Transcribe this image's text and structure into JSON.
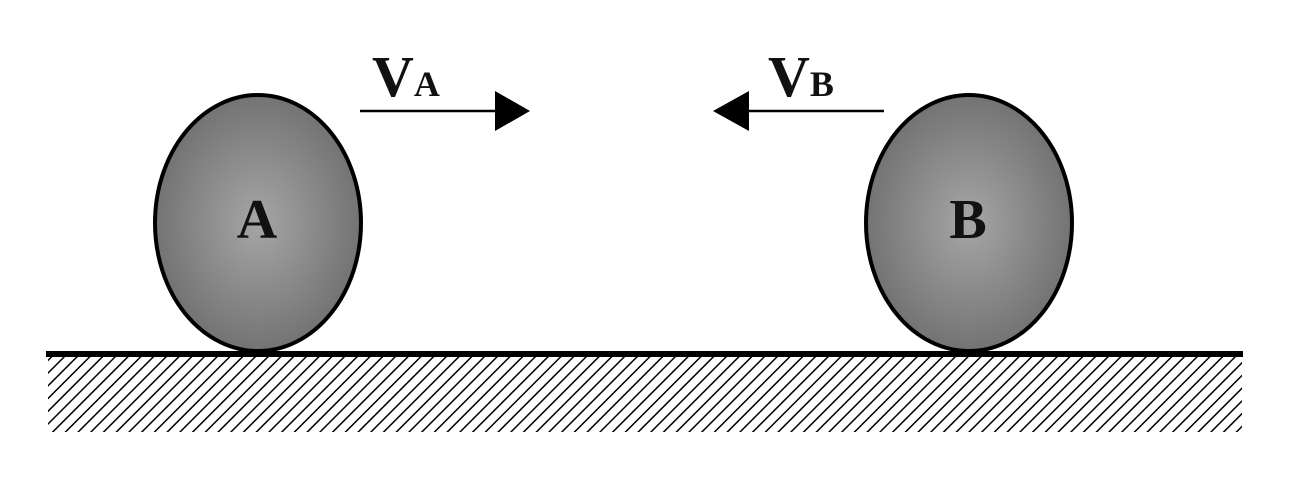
{
  "balls": [
    {
      "label": "A"
    },
    {
      "label": "B"
    }
  ],
  "velocities": {
    "a": {
      "symbol": "V",
      "subscript": "A",
      "direction": "right"
    },
    "b": {
      "symbol": "V",
      "subscript": "B",
      "direction": "left"
    }
  },
  "colors": {
    "ball_fill_center": "#a6a6a6",
    "ball_fill_edge": "#6e6e6e",
    "outline": "#000000",
    "hatch": "#000000"
  }
}
